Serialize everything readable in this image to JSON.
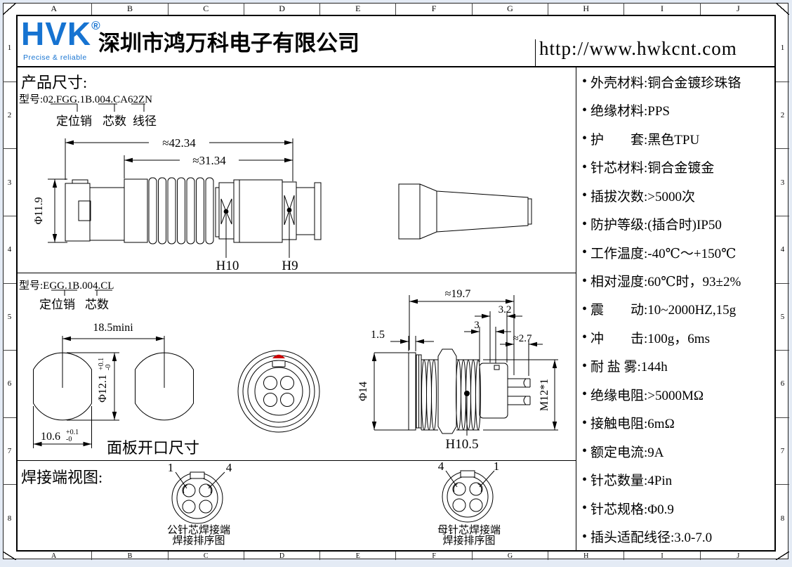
{
  "header": {
    "logo": "HVK",
    "reg": "®",
    "tagline": "Precise & reliable",
    "company": "深圳市鸿万科电子有限公司",
    "url": "http://www.hwkcnt.com"
  },
  "colors": {
    "logo_blue": "#1673d1",
    "marker_red": "#cc0000"
  },
  "page": {
    "bullet": "•"
  },
  "grid": {
    "columns": [
      "A",
      "B",
      "C",
      "D",
      "E",
      "F",
      "G",
      "H",
      "I",
      "J"
    ],
    "rows": [
      "1",
      "2",
      "3",
      "4",
      "5",
      "6",
      "7",
      "8"
    ]
  },
  "sections": {
    "s1": {
      "title": "产品尺寸:",
      "model": "型号:02.FGG.1B.004.CA62ZN",
      "callout1": "定位销",
      "callout2": "芯数",
      "callout3": "线径",
      "dims": {
        "overall": "≈42.34",
        "mid": "≈31.34",
        "dia": "Φ11.9",
        "hex1": "H10",
        "hex2": "H9"
      }
    },
    "s2": {
      "model": "型号:EGG.1B.004.CL",
      "callout1": "定位销",
      "callout2": "芯数",
      "panel_label": "面板开口尺寸",
      "dims": {
        "pitch": "18.5mini",
        "dia": "Φ12.1",
        "dia_tol_top": "+0.1",
        "dia_tol_bot": "-0",
        "width": "10.6",
        "width_tol_top": "+0.1",
        "width_tol_bot": "-0",
        "plate": "1.5",
        "flange_dia": "Φ14",
        "length": "≈19.7",
        "d32": "3.2",
        "d3": "3",
        "d27": "≈2.7",
        "thread": "M12*1",
        "hex": "H10.5"
      }
    },
    "s3": {
      "title": "焊接端视图:",
      "male": {
        "pin_a": "1",
        "pin_b": "4",
        "cap1": "公针芯焊接端",
        "cap2": "焊接排序图"
      },
      "female": {
        "pin_a": "4",
        "pin_b": "1",
        "cap1": "母针芯焊接端",
        "cap2": "焊接排序图"
      }
    }
  },
  "specs": [
    "外壳材料:铜合金镀珍珠铬",
    "绝缘材料:PPS",
    "护　　套:黑色TPU",
    "针芯材料:铜合金镀金",
    "插拔次数:>5000次",
    "防护等级:(插合时)IP50",
    "工作温度:-40℃～+150℃",
    "相对湿度:60℃时，93±2%",
    "震　　动:10~2000HZ,15g",
    "冲　　击:100g，6ms",
    "耐 盐 雾:144h",
    "绝缘电阻:>5000MΩ",
    "接触电阻:6mΩ",
    "额定电流:9A",
    "针芯数量:4Pin",
    "针芯规格:Φ0.9",
    "插头适配线径:3.0-7.0"
  ]
}
